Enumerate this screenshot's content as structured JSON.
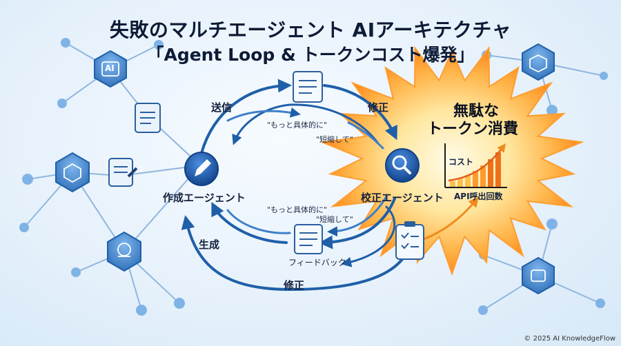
{
  "title": "失敗のマルチエージェント AIアーキテクチャ",
  "subtitle": "「Agent Loop & トークンコスト爆発」",
  "agents": {
    "creator": "作成エージェント",
    "reviewer": "校正エージェント"
  },
  "arrows": {
    "send": "送信",
    "fix_top": "修正",
    "generate": "生成",
    "fix_bottom": "修正",
    "feedback": "フィードバック"
  },
  "quotes": {
    "top_1": "\"もっと具体的に\"",
    "top_2": "\"短縮して\"",
    "bottom_1": "\"もっと具体的に\"",
    "bottom_2": "\"短縮して\""
  },
  "waste": {
    "line1": "無駄な",
    "line2": "トークン消費"
  },
  "chart": {
    "y_label": "コスト",
    "x_label": "API呼出回数"
  },
  "node_icons": {
    "ai_label": "AI"
  },
  "colors": {
    "accent": "#1f5fa8",
    "node": "#4a90d9",
    "burst": "#ff9d2e"
  },
  "copyright": "© 2025 AI KnowledgeFlow"
}
